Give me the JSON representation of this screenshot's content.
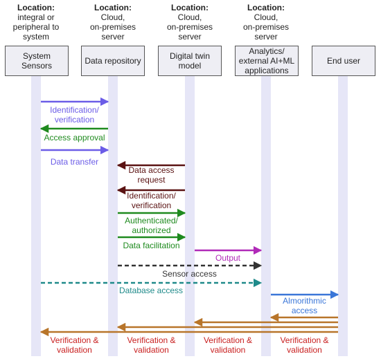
{
  "colors": {
    "lifeline": "#e6e6f7",
    "blue": "#6b5ce7",
    "green": "#1e8a1e",
    "maroon": "#5a1212",
    "magenta": "#b02ab8",
    "black": "#333333",
    "teal": "#1f8a8a",
    "lightblue": "#3a76d8",
    "brown": "#b8752a",
    "red": "#c81e1e"
  },
  "columns": [
    {
      "location_title": "Location:",
      "location_detail": [
        "integral or",
        "peripheral to",
        "system"
      ],
      "box": [
        "System",
        "Sensors"
      ]
    },
    {
      "location_title": "Location:",
      "location_detail": [
        "Cloud,",
        "on-premises",
        "server"
      ],
      "box": [
        "Data repository"
      ]
    },
    {
      "location_title": "Location:",
      "location_detail": [
        "Cloud,",
        "on-premises",
        "server"
      ],
      "box": [
        "Digital twin",
        "model"
      ]
    },
    {
      "location_title": "Location:",
      "location_detail": [
        "Cloud,",
        "on-premises",
        "server"
      ],
      "box": [
        "Analytics/",
        "external AI+ML",
        "applications"
      ]
    },
    {
      "location_title": "",
      "location_detail": [],
      "box": [
        "End user"
      ]
    }
  ],
  "messages": [
    {
      "from": 0,
      "to": 1,
      "color": "blue",
      "dashed": false,
      "label": [
        "Identification/",
        "verification"
      ],
      "label_color": "blue"
    },
    {
      "from": 1,
      "to": 0,
      "color": "green",
      "dashed": false,
      "label": [
        "Access approval"
      ],
      "label_color": "green"
    },
    {
      "from": 0,
      "to": 1,
      "color": "blue",
      "dashed": false,
      "label": [
        "Data transfer"
      ],
      "label_color": "blue"
    },
    {
      "from": 2,
      "to": 1,
      "color": "maroon",
      "dashed": false,
      "label": [
        "Data access",
        "request"
      ],
      "label_color": "maroon"
    },
    {
      "from": 2,
      "to": 1,
      "color": "maroon",
      "dashed": false,
      "label": [
        "Identification/",
        "verification"
      ],
      "label_color": "maroon"
    },
    {
      "from": 1,
      "to": 2,
      "color": "green",
      "dashed": false,
      "label": [
        "Authenticated/",
        "authorized"
      ],
      "label_color": "green"
    },
    {
      "from": 1,
      "to": 2,
      "color": "green",
      "dashed": false,
      "label": [
        "Data facilitation"
      ],
      "label_color": "green"
    },
    {
      "from": 2,
      "to": 3,
      "color": "magenta",
      "dashed": false,
      "label": [
        "Output"
      ],
      "label_color": "magenta"
    },
    {
      "from": 1,
      "to": 3,
      "color": "black",
      "dashed": true,
      "label": [
        "Sensor access"
      ],
      "label_color": "black"
    },
    {
      "from": 0,
      "to": 3,
      "color": "teal",
      "dashed": true,
      "label": [
        "Database access"
      ],
      "label_color": "teal"
    },
    {
      "from": 3,
      "to": 4,
      "color": "lightblue",
      "dashed": false,
      "label": [
        "Almorithmic",
        "access"
      ],
      "label_color": "lightblue"
    },
    {
      "from": 4,
      "to": 3,
      "color": "brown",
      "dashed": false,
      "label": [],
      "label_color": "brown"
    },
    {
      "from": 4,
      "to": 2,
      "color": "brown",
      "dashed": false,
      "label": [],
      "label_color": "brown"
    },
    {
      "from": 4,
      "to": 1,
      "color": "brown",
      "dashed": false,
      "label": [],
      "label_color": "brown"
    },
    {
      "from": 4,
      "to": 0,
      "color": "brown",
      "dashed": false,
      "label": [],
      "label_color": "brown"
    }
  ],
  "footer_labels": [
    {
      "column_pair": [
        0,
        1
      ],
      "text": [
        "Verification &",
        "validation"
      ]
    },
    {
      "column_pair": [
        1,
        2
      ],
      "text": [
        "Verification &",
        "validation"
      ]
    },
    {
      "column_pair": [
        2,
        3
      ],
      "text": [
        "Verification &",
        "validation"
      ]
    },
    {
      "column_pair": [
        3,
        4
      ],
      "text": [
        "Verification &",
        "validation"
      ]
    }
  ]
}
